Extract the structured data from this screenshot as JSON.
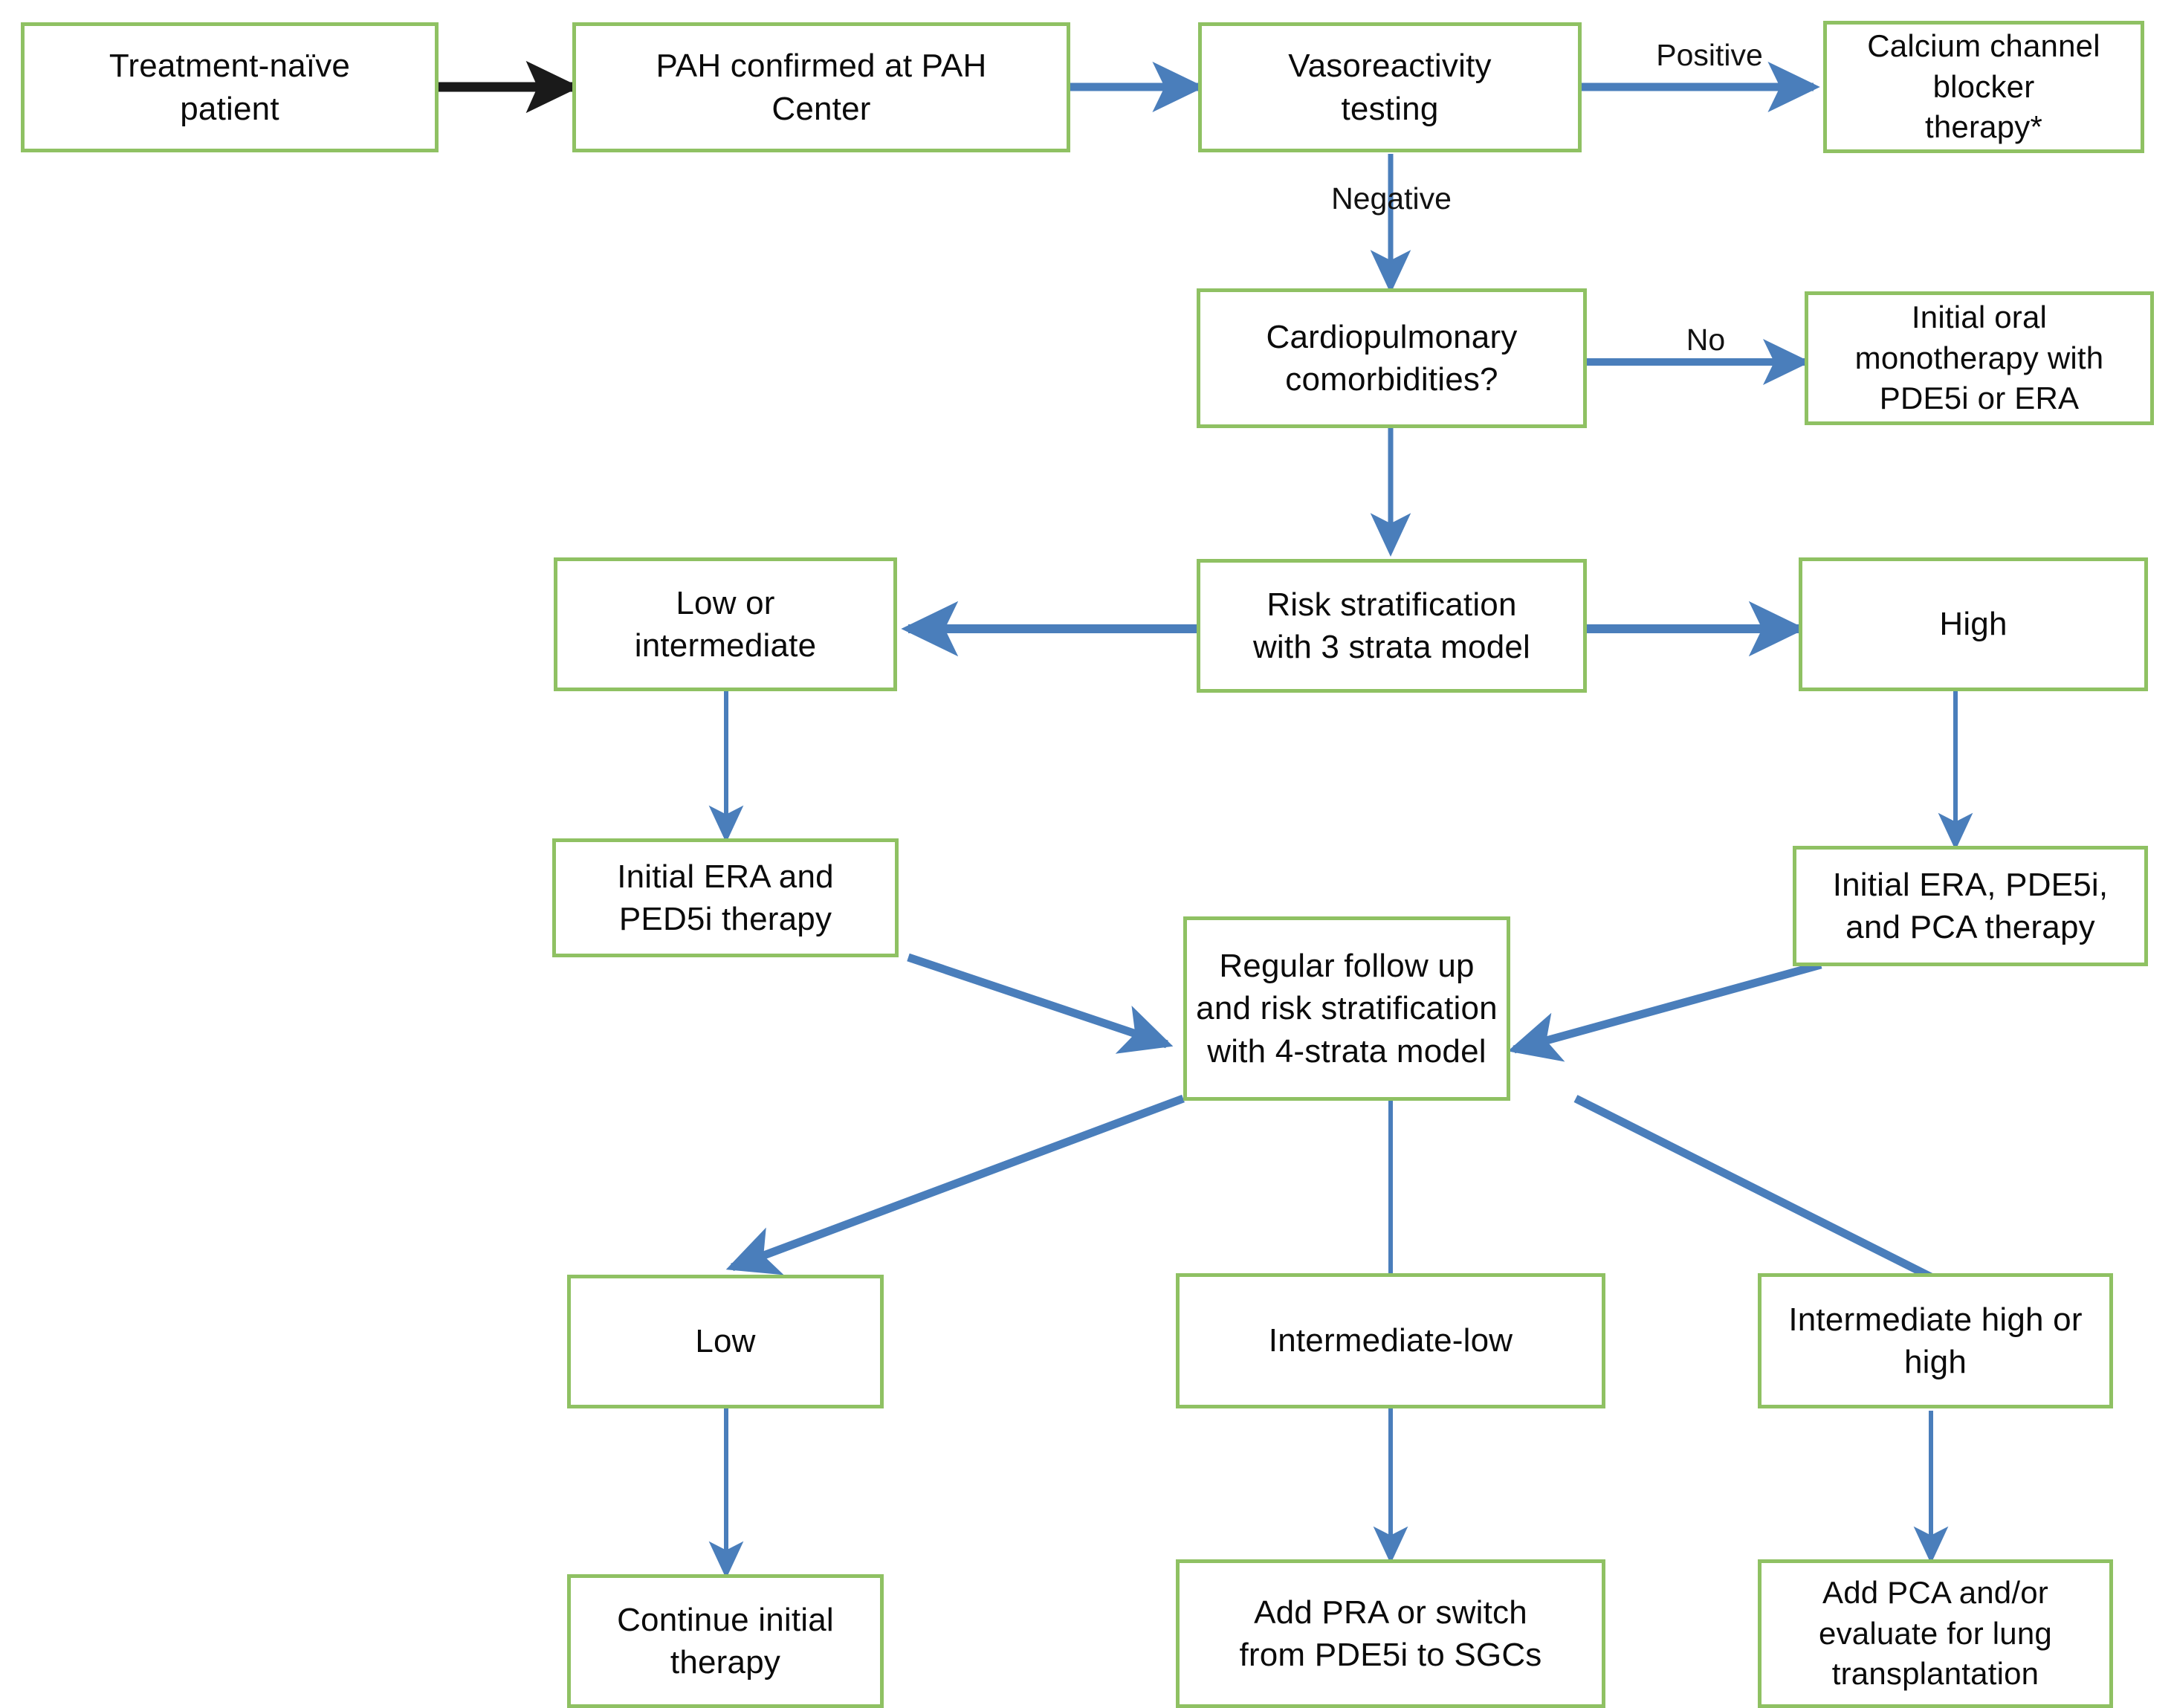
{
  "diagram": {
    "title": "PAH treatment algorithm flowchart",
    "colors": {
      "node_border": "#8FC163",
      "node_fill": "#FFFFFF",
      "arrow_blue": "#4A7EBB",
      "arrow_black": "#1A1A1A",
      "text": "#0B0B0B"
    },
    "nodes": [
      {
        "id": "treatment_naive",
        "label": "Treatment-naïve\npatient"
      },
      {
        "id": "pah_confirmed",
        "label": "PAH confirmed at PAH\nCenter"
      },
      {
        "id": "vasoreactivity",
        "label": "Vasoreactivity\ntesting"
      },
      {
        "id": "ccb_therapy",
        "label": "Calcium channel\nblocker\ntherapy*"
      },
      {
        "id": "cardiopulmonary",
        "label": "Cardiopulmonary\ncomorbidities?"
      },
      {
        "id": "initial_oral_mono",
        "label": "Initial oral\nmonotherapy with\nPDE5i or ERA"
      },
      {
        "id": "risk_strat_3",
        "label": "Risk stratification\nwith 3 strata model"
      },
      {
        "id": "low_or_intermediate",
        "label": "Low or\nintermediate"
      },
      {
        "id": "high",
        "label": "High"
      },
      {
        "id": "initial_era_pde5i",
        "label": "Initial ERA and\nPED5i therapy"
      },
      {
        "id": "initial_era_pde5i_pca",
        "label": "Initial ERA, PDE5i,\nand PCA therapy"
      },
      {
        "id": "regular_follow_up",
        "label": "Regular follow up\nand risk stratification\nwith 4-strata model"
      },
      {
        "id": "low",
        "label": "Low"
      },
      {
        "id": "intermediate_low",
        "label": "Intermediate-low"
      },
      {
        "id": "intermediate_high",
        "label": "Intermediate high or\nhigh"
      },
      {
        "id": "continue_initial",
        "label": "Continue initial\ntherapy"
      },
      {
        "id": "add_pra_switch",
        "label": "Add PRA or switch\nfrom PDE5i to SGCs"
      },
      {
        "id": "add_pca_transplant",
        "label": "Add PCA and/or\nevaluate for lung\ntransplantation"
      }
    ],
    "edge_labels": [
      {
        "id": "positive",
        "text": "Positive"
      },
      {
        "id": "negative",
        "text": "Negative"
      },
      {
        "id": "no",
        "text": "No"
      }
    ],
    "edges": [
      {
        "from": "treatment_naive",
        "to": "pah_confirmed",
        "label": "",
        "style": "black"
      },
      {
        "from": "pah_confirmed",
        "to": "vasoreactivity",
        "label": "",
        "style": "blue"
      },
      {
        "from": "vasoreactivity",
        "to": "ccb_therapy",
        "label": "Positive",
        "style": "blue"
      },
      {
        "from": "vasoreactivity",
        "to": "cardiopulmonary",
        "label": "Negative",
        "style": "blue"
      },
      {
        "from": "cardiopulmonary",
        "to": "initial_oral_mono",
        "label": "No",
        "style": "blue"
      },
      {
        "from": "cardiopulmonary",
        "to": "risk_strat_3",
        "label": "",
        "style": "blue"
      },
      {
        "from": "risk_strat_3",
        "to": "low_or_intermediate",
        "label": "",
        "style": "blue"
      },
      {
        "from": "risk_strat_3",
        "to": "high",
        "label": "",
        "style": "blue"
      },
      {
        "from": "low_or_intermediate",
        "to": "initial_era_pde5i",
        "label": "",
        "style": "blue"
      },
      {
        "from": "high",
        "to": "initial_era_pde5i_pca",
        "label": "",
        "style": "blue"
      },
      {
        "from": "initial_era_pde5i",
        "to": "regular_follow_up",
        "label": "",
        "style": "blue"
      },
      {
        "from": "initial_era_pde5i_pca",
        "to": "regular_follow_up",
        "label": "",
        "style": "blue"
      },
      {
        "from": "regular_follow_up",
        "to": "low",
        "label": "",
        "style": "blue"
      },
      {
        "from": "regular_follow_up",
        "to": "intermediate_low",
        "label": "",
        "style": "blue"
      },
      {
        "from": "regular_follow_up",
        "to": "intermediate_high",
        "label": "",
        "style": "blue"
      },
      {
        "from": "low",
        "to": "continue_initial",
        "label": "",
        "style": "blue"
      },
      {
        "from": "intermediate_low",
        "to": "add_pra_switch",
        "label": "",
        "style": "blue"
      },
      {
        "from": "intermediate_high",
        "to": "add_pca_transplant",
        "label": "",
        "style": "blue"
      }
    ]
  }
}
